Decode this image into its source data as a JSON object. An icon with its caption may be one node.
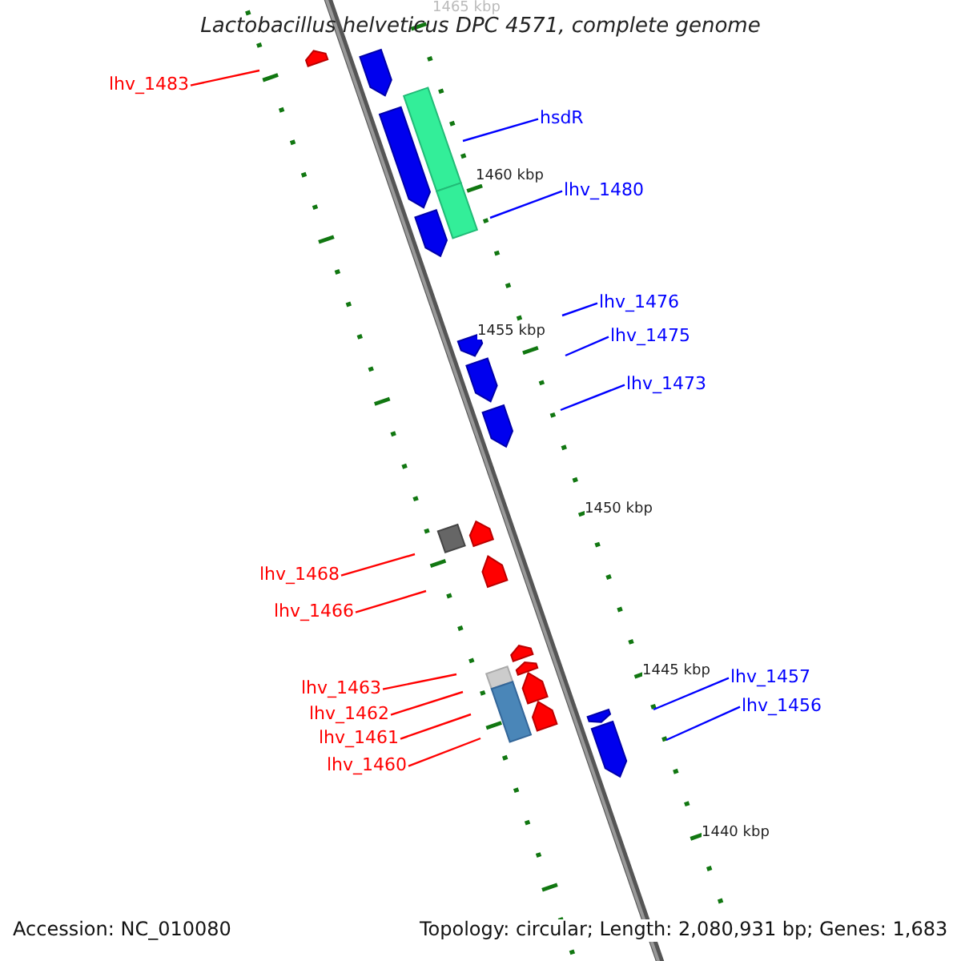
{
  "diagram": {
    "title": "Lactobacillus helveticus DPC 4571, complete genome",
    "nodes": [
      {
        "text": [
          "lhv_1483"
        ]
      },
      {
        "text": [
          "hsdR"
        ]
      },
      {
        "text": [
          "lhv_1480"
        ]
      },
      {
        "text": [
          "lhv_1476"
        ]
      },
      {
        "text": [
          "lhv_1475"
        ]
      },
      {
        "text": [
          "lhv_1473"
        ]
      },
      {
        "text": [
          "lhv_1468"
        ]
      },
      {
        "text": [
          "lhv_1466"
        ]
      },
      {
        "text": [
          "lhv_1457"
        ]
      },
      {
        "text": [
          "lhv_1463"
        ]
      },
      {
        "text": [
          "lhv_1456"
        ]
      },
      {
        "text": [
          "lhv_1462"
        ]
      },
      {
        "text": [
          "lhv_1461"
        ]
      },
      {
        "text": [
          "lhv_1460"
        ]
      }
    ],
    "edges": [
      {
        "from": 0,
        "to": null,
        "arrow": "none",
        "color": "#ff0000"
      },
      {
        "from": 1,
        "to": null,
        "arrow": "none",
        "color": "#0000ff"
      },
      {
        "from": 2,
        "to": null,
        "arrow": "none",
        "color": "#0000ff"
      },
      {
        "from": 3,
        "to": null,
        "arrow": "none",
        "color": "#0000ff"
      },
      {
        "from": 4,
        "to": null,
        "arrow": "none",
        "color": "#0000ff"
      },
      {
        "from": 5,
        "to": null,
        "arrow": "none",
        "color": "#0000ff"
      },
      {
        "from": 6,
        "to": null,
        "arrow": "none",
        "color": "#ff0000"
      },
      {
        "from": 7,
        "to": null,
        "arrow": "none",
        "color": "#ff0000"
      },
      {
        "from": 8,
        "to": null,
        "arrow": "none",
        "color": "#0000ff"
      },
      {
        "from": 9,
        "to": null,
        "arrow": "none",
        "color": "#ff0000"
      },
      {
        "from": 10,
        "to": null,
        "arrow": "none",
        "color": "#0000ff"
      },
      {
        "from": 11,
        "to": null,
        "arrow": "none",
        "color": "#ff0000"
      },
      {
        "from": 12,
        "to": null,
        "arrow": "none",
        "color": "#ff0000"
      },
      {
        "from": 13,
        "to": null,
        "arrow": "none",
        "color": "#ff0000"
      }
    ],
    "labels": [
      "1465 kbp",
      "1460 kbp",
      "1455 kbp",
      "1450 kbp",
      "1445 kbp",
      "1440 kbp",
      "Accession: NC_010080",
      "Topology: circular; Length: 2,080,931 bp; Genes: 1,683"
    ]
  }
}
